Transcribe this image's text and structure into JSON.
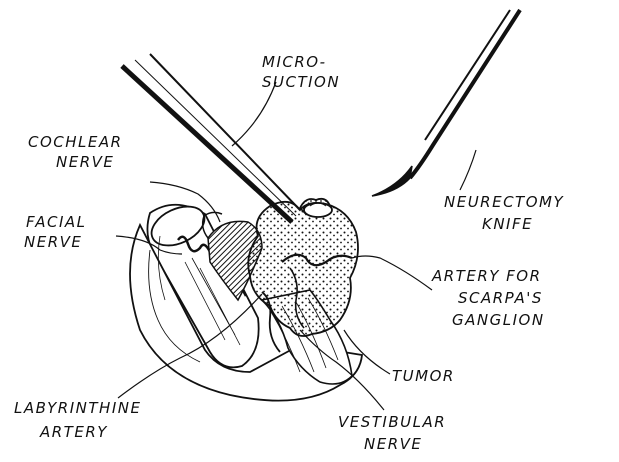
{
  "labels": {
    "microsuction_1": "MICRO-",
    "microsuction_2": "SUCTION",
    "cochlear_1": "COCHLEAR",
    "cochlear_2": "NERVE",
    "facial_1": "FACIAL",
    "facial_2": "NERVE",
    "neurectomy_1": "NEURECTOMY",
    "neurectomy_2": "KNIFE",
    "artery_1": "ARTERY FOR",
    "artery_2": "SCARPA'S",
    "artery_3": "GANGLION",
    "tumor": "TUMOR",
    "labyrinthine_1": "LABYRINTHINE",
    "labyrinthine_2": "ARTERY",
    "vestibular_1": "VESTIBULAR",
    "vestibular_2": "NERVE"
  },
  "colors": {
    "ink": "#111111",
    "paper": "#ffffff"
  }
}
